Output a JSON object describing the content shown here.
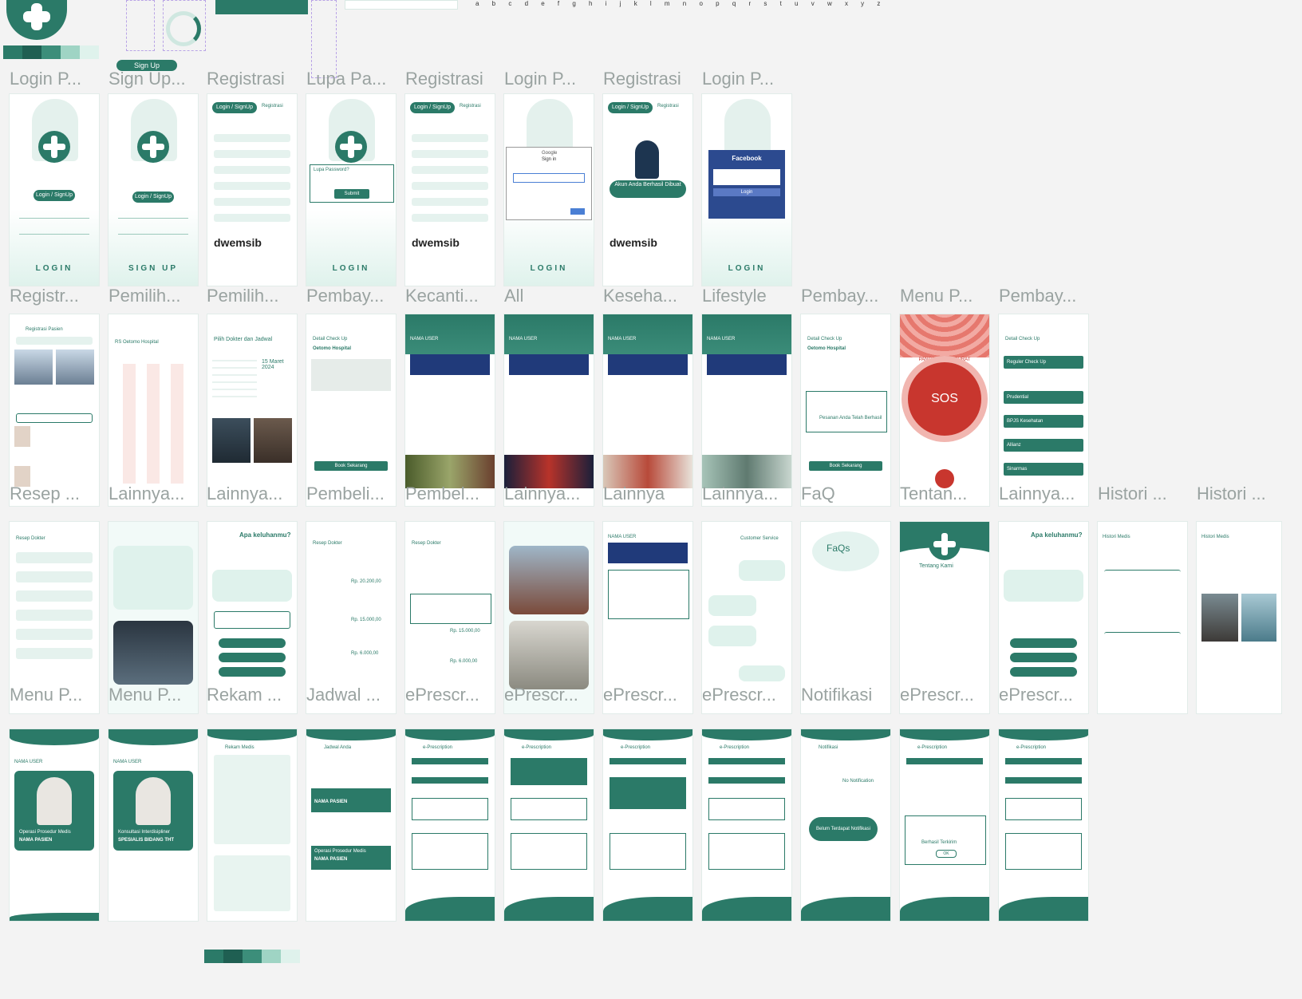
{
  "alphabet": "a b c d e f g h i j k l m n o p q r s t u v w x y z",
  "top_signup_pill": "Sign Up",
  "palette": [
    "#2b7a68",
    "#1f5f52",
    "#3c8e7a",
    "#9fd4c4",
    "#dff2ec"
  ],
  "row_labels": [
    [
      "Login P...",
      "Sign Up...",
      "Registrasi",
      "Lupa Pa...",
      "Registrasi",
      "Login P...",
      "Registrasi",
      "Login P..."
    ],
    [
      "Registr...",
      "Pemilih...",
      "Pemilih...",
      "Pembay...",
      "Kecanti...",
      "All",
      "Keseha...",
      "Lifestyle",
      "Pembay...",
      "Menu P...",
      "Pembay..."
    ],
    [
      "Resep ...",
      "Lainnya...",
      "Lainnya...",
      "Pembeli...",
      "Pembel...",
      "Lainnya...",
      "Lainnya",
      "Lainnya...",
      "FaQ",
      "Tentan...",
      "Lainnya...",
      "Histori ...",
      "Histori ..."
    ],
    [
      "Menu P...",
      "Menu P...",
      "Rekam ...",
      "Jadwal ...",
      "ePrescr...",
      "ePrescr...",
      "ePrescr...",
      "ePrescr...",
      "Notifikasi",
      "ePrescr...",
      "ePrescr..."
    ]
  ],
  "login": {
    "tab_login": "Login",
    "tab_signup": "SignUp",
    "footer_login": "LOGIN",
    "footer_signup": "SIGN UP"
  },
  "registrasi": {
    "title": "Registrasi",
    "forgot_title": "Lupa Password?",
    "submit": "Submit",
    "success": "Akun Anda Berhasil Dibuat",
    "google": "Google",
    "google_signin": "Sign in",
    "facebook": "Facebook",
    "fb_login": "Login"
  },
  "row2": {
    "reg_pasien": "Registrasi Pasien",
    "rs_name": "RS Oetomo Hospital",
    "pilih_dokter": "Pilih Dokter dan Jadwal",
    "date": "15 Maret 2024",
    "checkup": "Detail Check Up",
    "hospital": "Oetomo Hospital",
    "book": "Book Sekarang",
    "user": "NAMA USER",
    "success_order": "Pesanan Anda Telah Berhasil",
    "emergency": "PANGGILAN DARURAT",
    "sos": "SOS",
    "reg_checkup": "Reguler Check Up",
    "ins": [
      "Prudential",
      "BPJS Kesehatan",
      "Allianz",
      "Sinarmas"
    ]
  },
  "row3": {
    "resep": "Resep Dokter",
    "apa": "Apa keluhanmu?",
    "price_1": "Rp. 20.200,00",
    "price_2": "Rp. 15.000,00",
    "price_3": "Rp. 6.000,00",
    "cs": "Customer Service",
    "faq": "FaQs",
    "about": "Tentang Kami",
    "histori": "Histori Medis"
  },
  "row4": {
    "user": "NAMA USER",
    "op": "Operasi Prosedur Medis",
    "pasien": "NAMA PASIEN",
    "konsul": "Konsultasi Interdisipliner",
    "spesialis": "SPESIALIS BIDANG THT",
    "rekam": "Rekam Medis",
    "jadwal": "Jadwal Anda",
    "erx": "e-Prescription",
    "notif": "Notifikasi",
    "no_notif": "No Notification",
    "belum": "Belum Terdapat Notifikasi",
    "sent": "Berhasil Terkirim",
    "ok": "OK"
  }
}
